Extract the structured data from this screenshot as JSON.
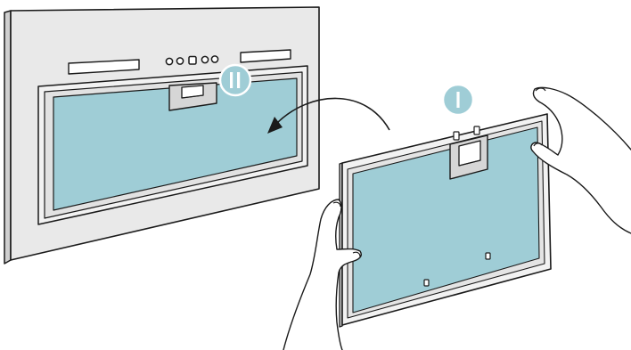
{
  "figure": {
    "description_free": true,
    "colors": {
      "outline": "#1a1a1a",
      "panel": "#e9e9e9",
      "panel_inner": "#e2e2e2",
      "filter_glass": "#9fcdd6",
      "step_badge": "#9fcdd6",
      "frame": "#f2f2f2",
      "hand_fill": "#ffffff"
    },
    "steps": [
      {
        "id": "step-1",
        "label": "I"
      },
      {
        "id": "step-2",
        "label": "II"
      }
    ],
    "icons": [
      "curved-arrow-icon",
      "knob-icon",
      "handle-icon",
      "hand-icon"
    ]
  }
}
